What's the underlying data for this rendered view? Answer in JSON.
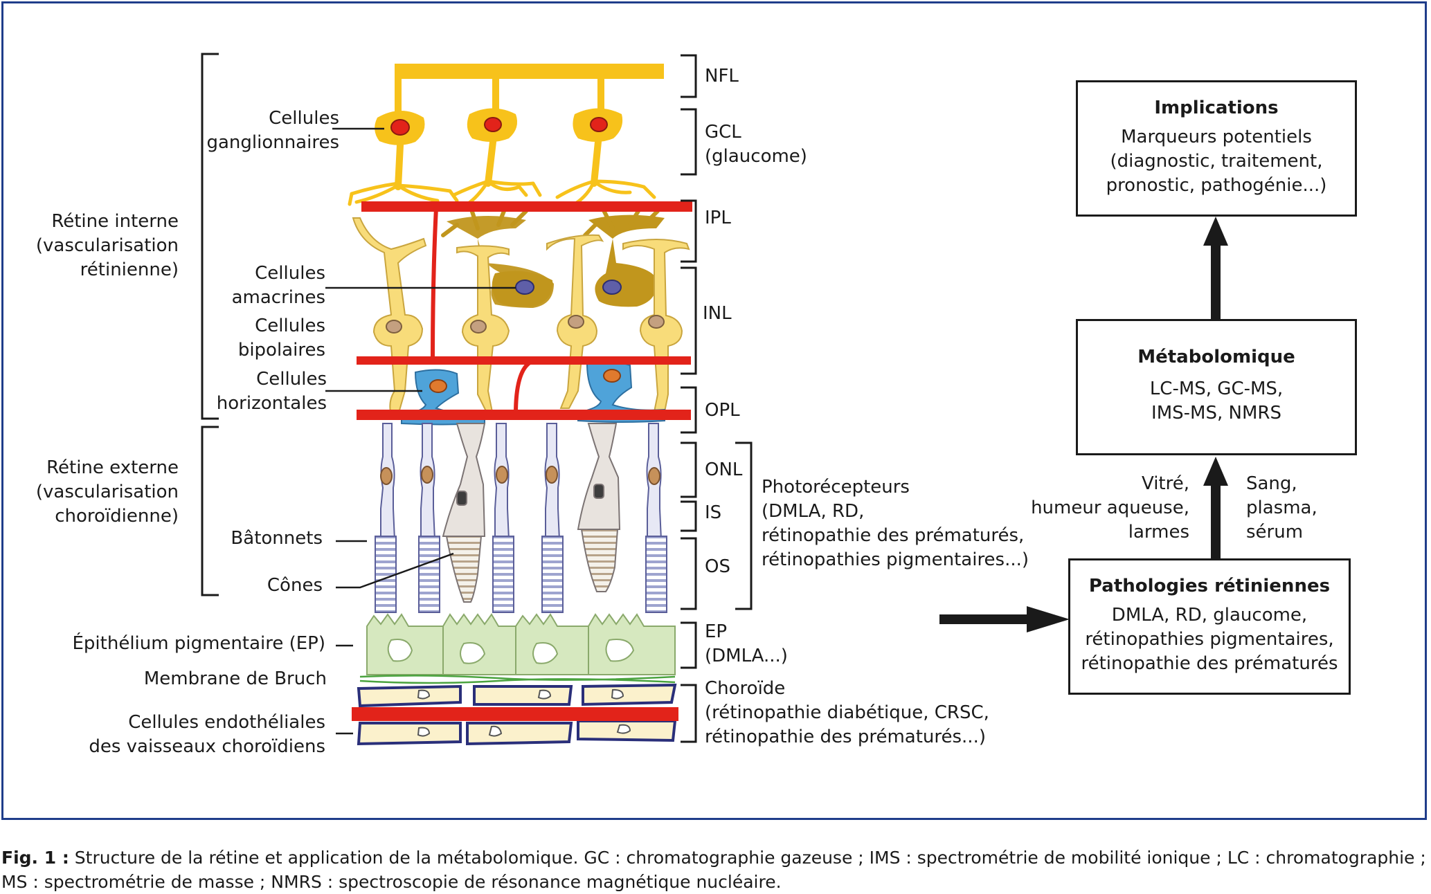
{
  "left_labels": {
    "ganglion": [
      "Cellules",
      "ganglionnaires"
    ],
    "inner_retina": [
      "Rétine interne",
      "(vascularisation",
      "rétinienne)"
    ],
    "amacrine": [
      "Cellules",
      "amacrines"
    ],
    "bipolar": [
      "Cellules",
      "bipolaires"
    ],
    "horizontal": [
      "Cellules",
      "horizontales"
    ],
    "outer_retina": [
      "Rétine externe",
      "(vascularisation",
      "choroïdienne)"
    ],
    "rods": "Bâtonnets",
    "cones": "Cônes",
    "rpe": "Épithélium pigmentaire (EP)",
    "bruch": "Membrane de Bruch",
    "endothelial": [
      "Cellules endothéliales",
      "des vaisseaux choroïdiens"
    ]
  },
  "layer_labels": {
    "nfl": "NFL",
    "gcl": [
      "GCL",
      "(glaucome)"
    ],
    "ipl": "IPL",
    "inl": "INL",
    "opl": "OPL",
    "onl": "ONL",
    "is": "IS",
    "os": "OS",
    "ep": [
      "EP",
      "(DMLA...)"
    ],
    "choroid": [
      "Choroïde",
      "(rétinopathie diabétique, CRSC,",
      "rétinopathie des prématurés...)"
    ]
  },
  "photoreceptors_label": [
    "Photorécepteurs",
    "(DMLA, RD,",
    "rétinopathie des prématurés,",
    "rétinopathies pigmentaires...)"
  ],
  "boxes": {
    "implications": {
      "title": "Implications",
      "body": [
        "Marqueurs potentiels",
        "(diagnostic, traitement,",
        "pronostic, pathogénie...)"
      ]
    },
    "metabolomics": {
      "title": "Métabolomique",
      "body": [
        "LC-MS, GC-MS,",
        "IMS-MS, NMRS"
      ]
    },
    "pathologies": {
      "title": "Pathologies rétiniennes",
      "body": [
        "DMLA, RD, glaucome,",
        "rétinopathies pigmentaires,",
        "rétinopathie des prématurés"
      ]
    }
  },
  "samples_left": [
    "Vitré,",
    "humeur aqueuse,",
    "larmes"
  ],
  "samples_right": [
    "Sang,",
    "plasma,",
    "sérum"
  ],
  "caption": {
    "label": "Fig. 1 :",
    "text": " Structure de la rétine et application de la métabolomique. GC : chromatographie gazeuse ; IMS : spectrométrie de mobilité ionique ; LC : chromatographie ; MS : spectrométrie de masse ; NMRS : spectroscopie de résonance magnétique nucléaire."
  },
  "colors": {
    "frame": "#1f3d8a",
    "ganglion": "#f7c21b",
    "vessel": "#e2231a",
    "amacrine": "#c1961d",
    "bipolar": "#f8dc7a",
    "horizontal": "#4fa3d9",
    "photoreceptor": "#9ea4cf",
    "cone": "#e8e3de",
    "rpe": "#d6e8bf",
    "bruch": "#4aa33e",
    "endothelial": "#2a2f7a"
  }
}
